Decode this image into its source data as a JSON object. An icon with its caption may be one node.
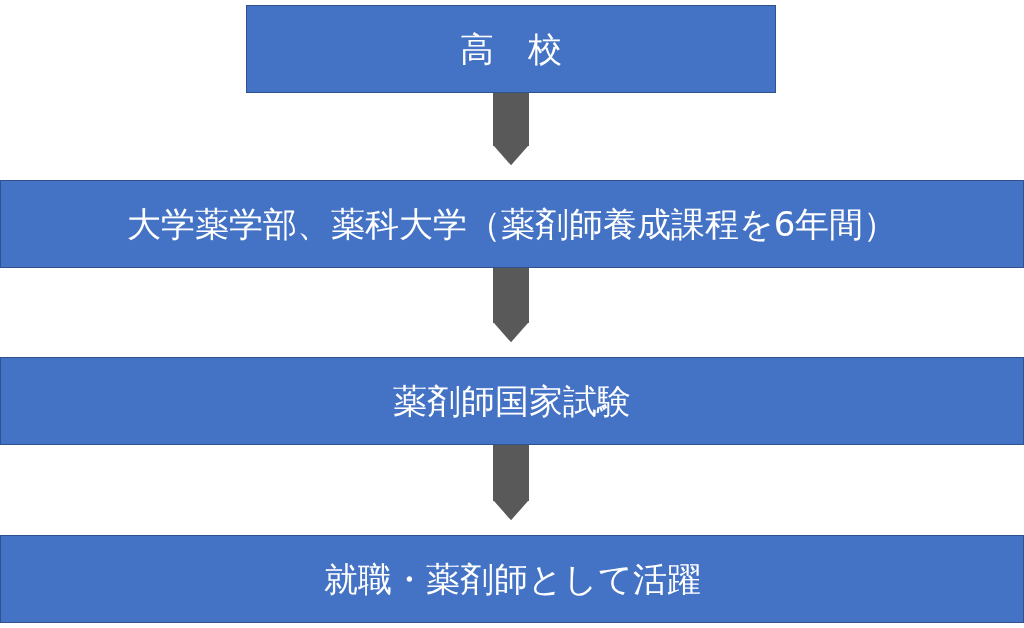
{
  "diagram": {
    "nodes": [
      {
        "text": [
          "高　校"
        ]
      },
      {
        "text": [
          "大学薬学部、薬科大学（薬剤師養成課程を6年間）"
        ]
      },
      {
        "text": [
          "薬剤師国家試験"
        ]
      },
      {
        "text": [
          "就職・薬剤師として活躍"
        ]
      }
    ],
    "edges": [
      {
        "from": 0,
        "to": 1,
        "arrow": "to"
      },
      {
        "from": 1,
        "to": 2,
        "arrow": "to"
      },
      {
        "from": 2,
        "to": 3,
        "arrow": "to"
      }
    ]
  }
}
